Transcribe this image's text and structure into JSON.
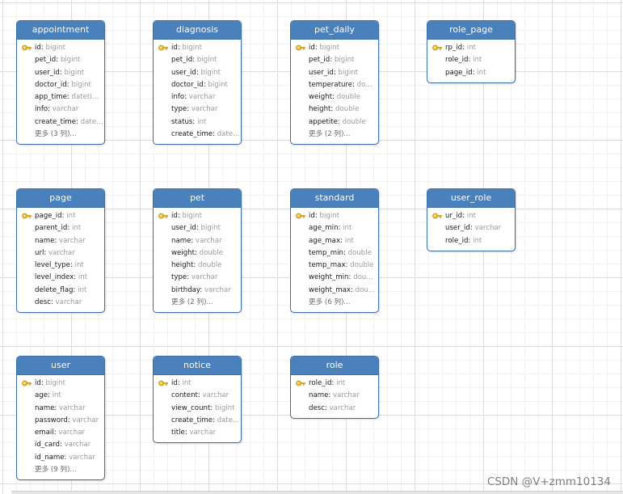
{
  "tables": [
    {
      "name": "appointment",
      "fields": [
        {
          "name": "id",
          "type": "bigint",
          "pk": true
        },
        {
          "name": "pet_id",
          "type": "bigint"
        },
        {
          "name": "user_id",
          "type": "bigint"
        },
        {
          "name": "doctor_id",
          "type": "bigint"
        },
        {
          "name": "app_time",
          "type": "dateti…"
        },
        {
          "name": "info",
          "type": "varchar"
        },
        {
          "name": "create_time",
          "type": "date…"
        }
      ],
      "more": "更多 (3 列)..."
    },
    {
      "name": "diagnosis",
      "fields": [
        {
          "name": "id",
          "type": "bigint",
          "pk": true
        },
        {
          "name": "pet_id",
          "type": "bigint"
        },
        {
          "name": "user_id",
          "type": "bigint"
        },
        {
          "name": "doctor_id",
          "type": "bigint"
        },
        {
          "name": "info",
          "type": "varchar"
        },
        {
          "name": "type",
          "type": "varchar"
        },
        {
          "name": "status",
          "type": "int"
        },
        {
          "name": "create_time",
          "type": "date…"
        }
      ]
    },
    {
      "name": "pet_daily",
      "fields": [
        {
          "name": "id",
          "type": "bigint",
          "pk": true
        },
        {
          "name": "pet_id",
          "type": "bigint"
        },
        {
          "name": "user_id",
          "type": "bigint"
        },
        {
          "name": "temperature",
          "type": "do…"
        },
        {
          "name": "weight",
          "type": "double"
        },
        {
          "name": "height",
          "type": "double"
        },
        {
          "name": "appetite",
          "type": "double"
        }
      ],
      "more": "更多 (2 列)..."
    },
    {
      "name": "role_page",
      "fields": [
        {
          "name": "rp_id",
          "type": "int",
          "pk": true
        },
        {
          "name": "role_id",
          "type": "int"
        },
        {
          "name": "page_id",
          "type": "int"
        }
      ]
    },
    {
      "name": "page",
      "fields": [
        {
          "name": "page_id",
          "type": "int",
          "pk": true
        },
        {
          "name": "parent_id",
          "type": "int"
        },
        {
          "name": "name",
          "type": "varchar"
        },
        {
          "name": "url",
          "type": "varchar"
        },
        {
          "name": "level_type",
          "type": "int"
        },
        {
          "name": "level_index",
          "type": "int"
        },
        {
          "name": "delete_flag",
          "type": "int"
        },
        {
          "name": "desc",
          "type": "varchar"
        }
      ]
    },
    {
      "name": "pet",
      "fields": [
        {
          "name": "id",
          "type": "bigint",
          "pk": true
        },
        {
          "name": "user_id",
          "type": "bigint"
        },
        {
          "name": "name",
          "type": "varchar"
        },
        {
          "name": "weight",
          "type": "double"
        },
        {
          "name": "height",
          "type": "double"
        },
        {
          "name": "type",
          "type": "varchar"
        },
        {
          "name": "birthday",
          "type": "varchar"
        }
      ],
      "more": "更多 (2 列)..."
    },
    {
      "name": "standard",
      "fields": [
        {
          "name": "id",
          "type": "bigint",
          "pk": true
        },
        {
          "name": "age_min",
          "type": "int"
        },
        {
          "name": "age_max",
          "type": "int"
        },
        {
          "name": "temp_min",
          "type": "double"
        },
        {
          "name": "temp_max",
          "type": "double"
        },
        {
          "name": "weight_min",
          "type": "dou…"
        },
        {
          "name": "weight_max",
          "type": "dou…"
        }
      ],
      "more": "更多 (6 列)..."
    },
    {
      "name": "user_role",
      "fields": [
        {
          "name": "ur_id",
          "type": "int",
          "pk": true
        },
        {
          "name": "user_id",
          "type": "varchar"
        },
        {
          "name": "role_id",
          "type": "int"
        }
      ]
    },
    {
      "name": "user",
      "fields": [
        {
          "name": "id",
          "type": "bigint",
          "pk": true
        },
        {
          "name": "age",
          "type": "int"
        },
        {
          "name": "name",
          "type": "varchar"
        },
        {
          "name": "password",
          "type": "varchar"
        },
        {
          "name": "email",
          "type": "varchar"
        },
        {
          "name": "id_card",
          "type": "varchar"
        },
        {
          "name": "id_name",
          "type": "varchar"
        }
      ],
      "more": "更多 (9 列)..."
    },
    {
      "name": "notice",
      "fields": [
        {
          "name": "id",
          "type": "int",
          "pk": true
        },
        {
          "name": "content",
          "type": "varchar"
        },
        {
          "name": "view_count",
          "type": "bigint"
        },
        {
          "name": "create_time",
          "type": "date…"
        },
        {
          "name": "title",
          "type": "varchar"
        }
      ]
    },
    {
      "name": "role",
      "fields": [
        {
          "name": "role_id",
          "type": "int",
          "pk": true
        },
        {
          "name": "name",
          "type": "varchar"
        },
        {
          "name": "desc",
          "type": "varchar"
        }
      ]
    }
  ],
  "watermark": "CSDN @V+zmm10134",
  "colors": {
    "header": "#4a80bc",
    "border": "#3a6fa8",
    "type_text": "#9a9a9a",
    "grid": "#dcdcdc"
  }
}
